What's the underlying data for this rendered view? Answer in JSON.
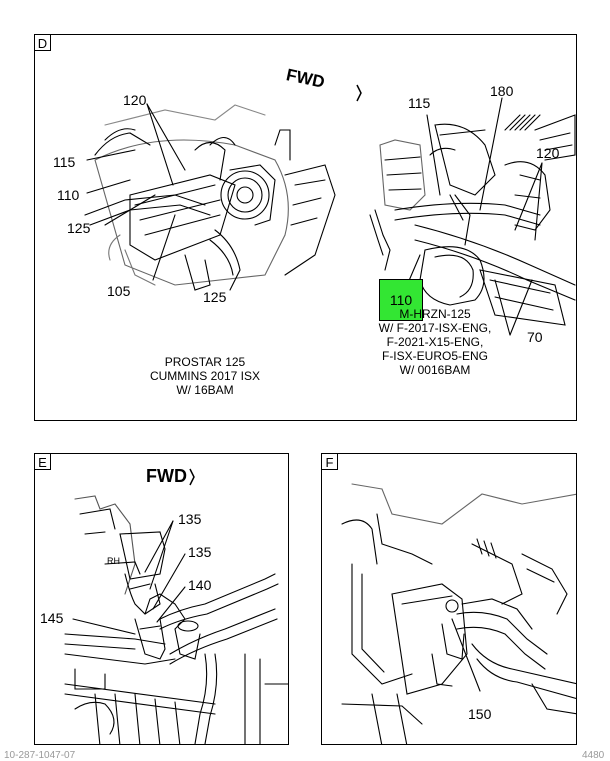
{
  "panel_d": {
    "tag": "D",
    "fwd": "FWD",
    "left_callouts": {
      "c120": "120",
      "c115": "115",
      "c110": "110",
      "c125a": "125",
      "c105": "105",
      "c125b": "125"
    },
    "left_caption": [
      "PROSTAR 125",
      "CUMMINS 2017 ISX",
      "W/ 16BAM"
    ],
    "right_callouts": {
      "c115": "115",
      "c180": "180",
      "c120": "120",
      "c110": "110",
      "c70": "70"
    },
    "right_caption": [
      "M-HRZN-125",
      "W/ F-2017-ISX-ENG,",
      "F-2021-X15-ENG,",
      "F-ISX-EURO5-ENG",
      "W/ 0016BAM"
    ],
    "highlight_color": "#33e633"
  },
  "panel_e": {
    "tag": "E",
    "fwd": "FWD",
    "callouts": {
      "c135a": "135",
      "c135b": "135",
      "c140": "140",
      "c145": "145"
    },
    "sticker": "RH"
  },
  "panel_f": {
    "tag": "F",
    "callouts": {
      "c150": "150"
    }
  },
  "footer": {
    "left": "10-287-1047-07",
    "right": "4480"
  }
}
